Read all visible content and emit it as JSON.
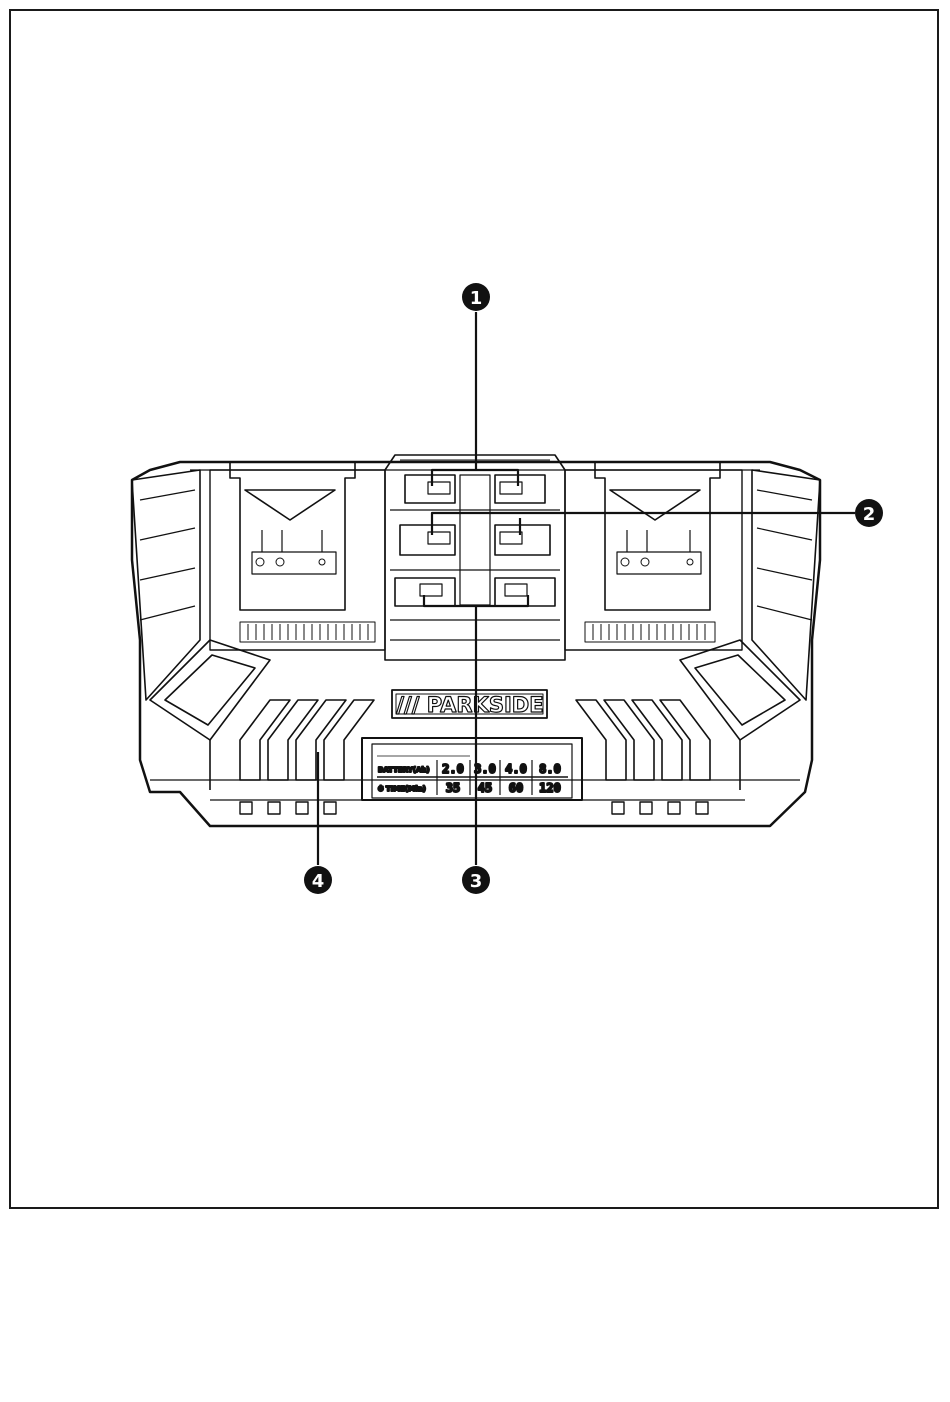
{
  "brand": "/// PARKSIDE",
  "callouts": [
    {
      "id": "callout-1",
      "label": "1"
    },
    {
      "id": "callout-2",
      "label": "2"
    },
    {
      "id": "callout-3",
      "label": "3"
    },
    {
      "id": "callout-4",
      "label": "4"
    }
  ],
  "charge_table": {
    "header": "",
    "row_labels": [
      "BATTERY(Ah)",
      "⏱ TIME(Min)"
    ],
    "battery": [
      "2.0",
      "3.0",
      "4.0",
      "8.0"
    ],
    "time": [
      "35",
      "45",
      "60",
      "120"
    ]
  }
}
